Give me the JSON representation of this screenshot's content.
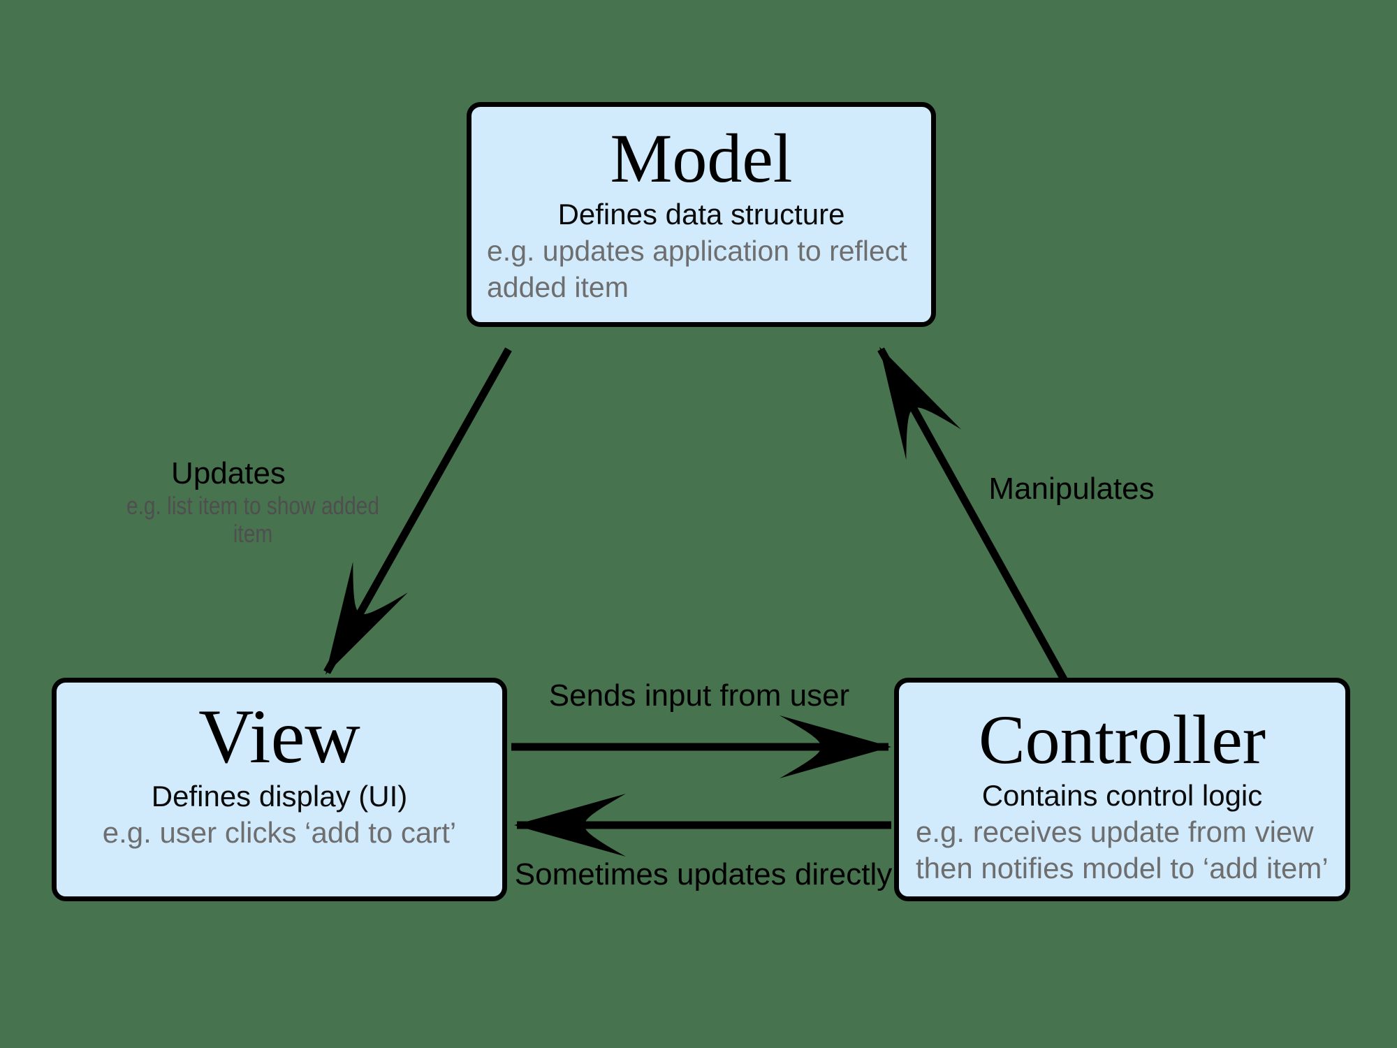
{
  "colors": {
    "background": "#47734f",
    "box_fill": "#d2ebfc",
    "box_border": "#000000",
    "text_primary": "#000000",
    "text_example_gray": "#6e6e6e",
    "text_sublabel_gray": "#4f4f4f"
  },
  "boxes": {
    "model": {
      "title": "Model",
      "subtitle": "Defines data structure",
      "example": "e.g. updates application to reflect\nadded item"
    },
    "view": {
      "title": "View",
      "subtitle": "Defines display (UI)",
      "example": "e.g. user clicks ‘add to cart’"
    },
    "controller": {
      "title": "Controller",
      "subtitle": "Contains control logic",
      "example": "e.g. receives update from view\nthen notifies model to ‘add item’"
    }
  },
  "arrows": {
    "model_to_view": {
      "label": "Updates",
      "sublabel": "e.g. list item to show added item"
    },
    "controller_to_model": {
      "label": "Manipulates"
    },
    "view_to_controller": {
      "label": "Sends input from user"
    },
    "controller_to_view": {
      "label": "Sometimes updates directly"
    }
  }
}
